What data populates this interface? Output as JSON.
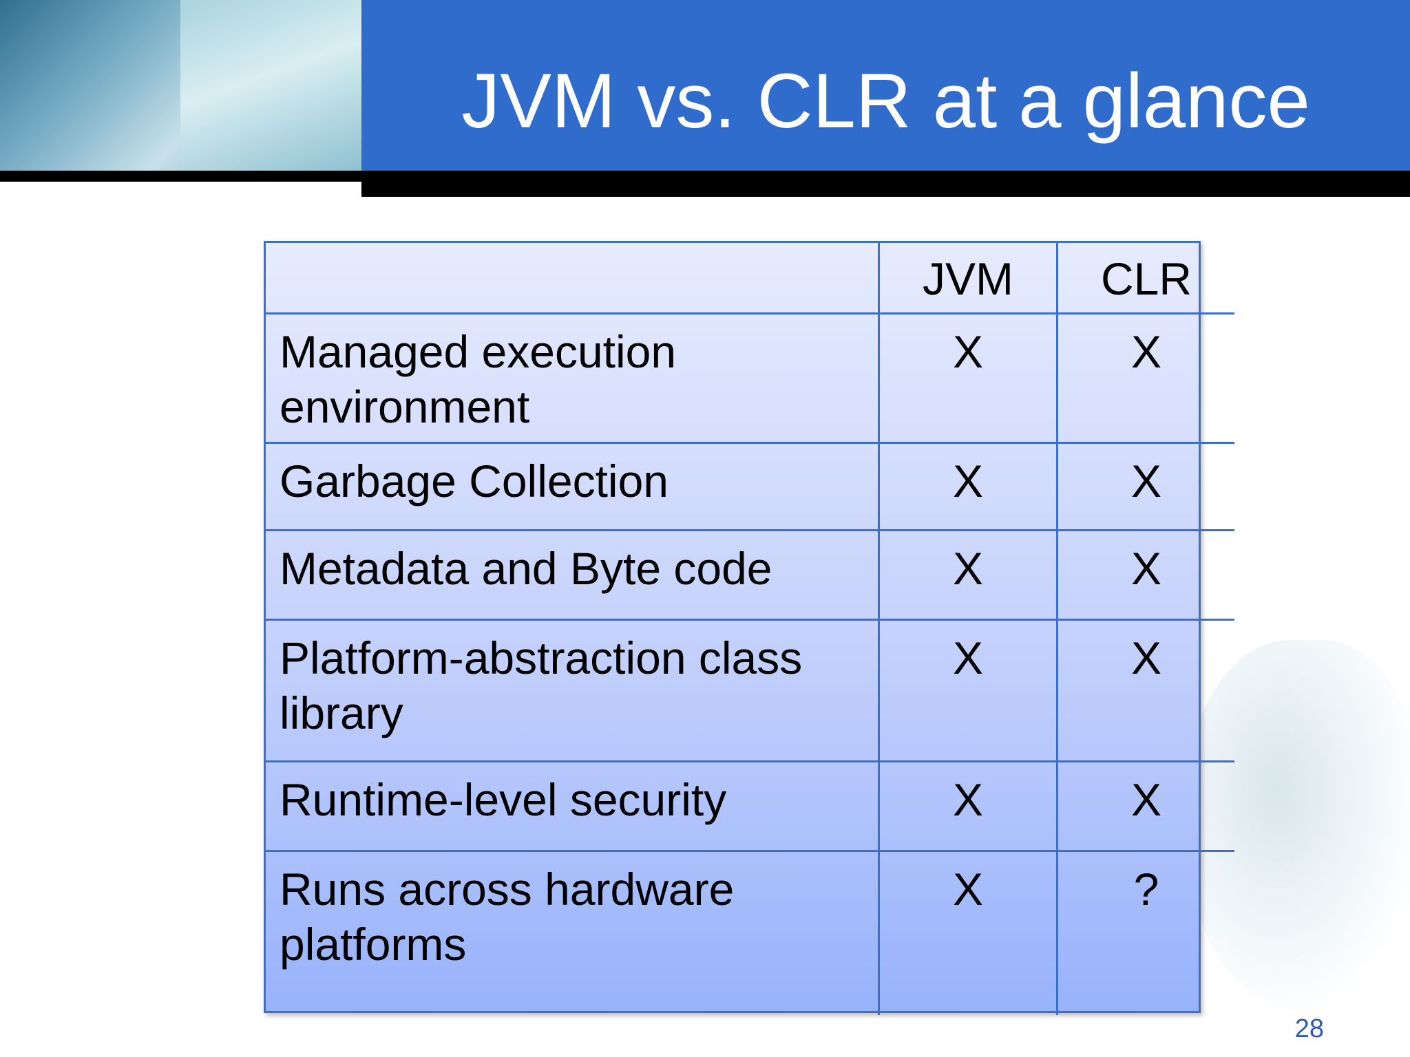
{
  "slide": {
    "title": "JVM vs. CLR at a glance",
    "page_number": "28"
  },
  "table": {
    "headers": [
      "",
      "JVM",
      "CLR"
    ],
    "rows": [
      {
        "feature": "Managed execution environment",
        "jvm": "X",
        "clr": "X"
      },
      {
        "feature": "Garbage Collection",
        "jvm": "X",
        "clr": "X"
      },
      {
        "feature": "Metadata and Byte code",
        "jvm": "X",
        "clr": "X"
      },
      {
        "feature": "Platform-abstraction class library",
        "jvm": "X",
        "clr": "X"
      },
      {
        "feature": "Runtime-level security",
        "jvm": "X",
        "clr": "X"
      },
      {
        "feature": "Runs across hardware platforms",
        "jvm": "X",
        "clr": "?"
      }
    ]
  },
  "colors": {
    "header_band": "#2f6ccc",
    "table_border": "#3d6fc8",
    "page_number": "#2f5bb5"
  }
}
